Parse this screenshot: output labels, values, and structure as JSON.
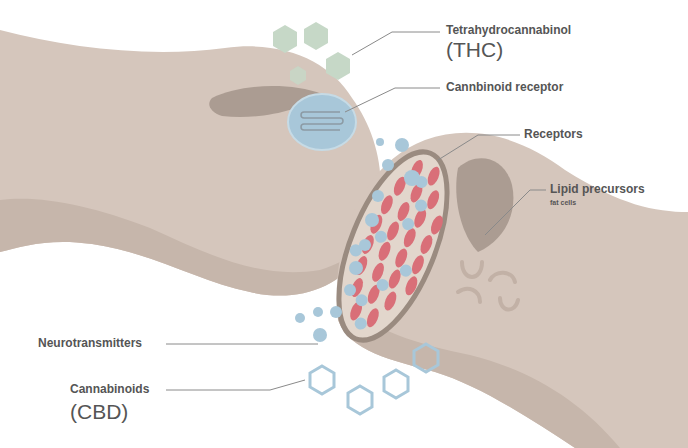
{
  "diagram": {
    "labels": [
      "Tetrahydrocannabinol",
      "(THC)",
      "Cannbinoid receptor",
      "Receptors",
      "Lipid precursors",
      "fat cells",
      "Neurotransmitters",
      "Cannabinoids",
      "(CBD)"
    ]
  }
}
